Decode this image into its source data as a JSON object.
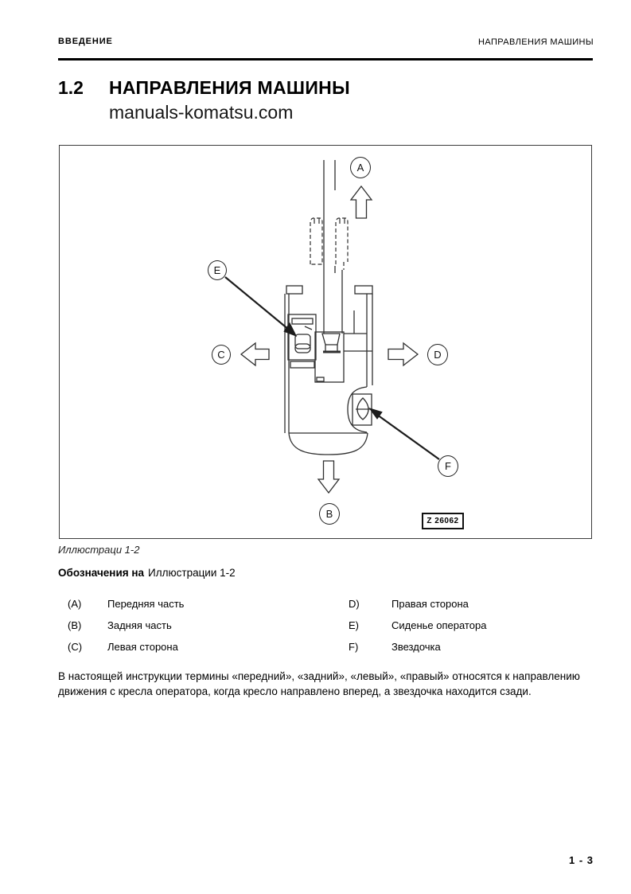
{
  "header": {
    "left": "ВВЕДЕНИЕ",
    "right": "НАПРАВЛЕНИЯ МАШИНЫ"
  },
  "title": {
    "number": "1.2",
    "text": "НАПРАВЛЕНИЯ МАШИНЫ",
    "subtitle": "manuals-komatsu.com"
  },
  "figure": {
    "markers": {
      "a": "A",
      "b": "B",
      "c": "C",
      "d": "D",
      "e": "E",
      "f": "F"
    },
    "code": "Z 26062",
    "caption": "Иллюстраци 1-2"
  },
  "legend": {
    "heading_bold": "Обозначения на",
    "heading_normal": "Иллюстрации 1-2",
    "left": [
      {
        "key": "(A)",
        "value": "Передняя часть"
      },
      {
        "key": "(B)",
        "value": "Задняя часть"
      },
      {
        "key": "(C)",
        "value": "Левая сторона"
      }
    ],
    "right": [
      {
        "key": "D)",
        "value": "Правая сторона"
      },
      {
        "key": "E)",
        "value": "Сиденье оператора"
      },
      {
        "key": "F)",
        "value": "Звездочка"
      }
    ]
  },
  "paragraph": "В настоящей инструкции термины «передний», «задний», «левый», «правый» относятся к направлению движения с кресла оператора, когда кресло направлено вперед, а звездочка находится сзади.",
  "footer": {
    "page_number": "1 - 3"
  }
}
